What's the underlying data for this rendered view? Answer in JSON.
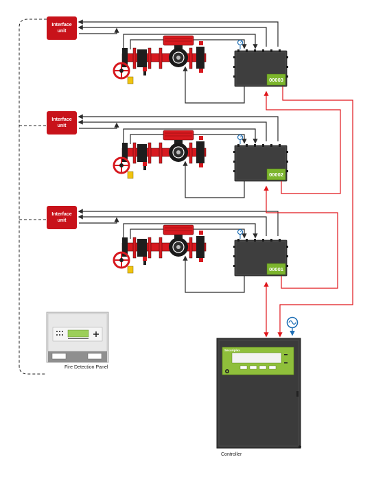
{
  "zones": [
    {
      "interface_label": [
        "Interface",
        "unit"
      ],
      "module_id": "00003"
    },
    {
      "interface_label": [
        "Interface",
        "unit"
      ],
      "module_id": "00002"
    },
    {
      "interface_label": [
        "Interface",
        "unit"
      ],
      "module_id": "00001"
    }
  ],
  "fire_panel": {
    "caption": "Fire Detection Panel"
  },
  "controller": {
    "caption": "Controller"
  },
  "colors": {
    "signal_line": "#2b2b2b",
    "data_line": "#e0161b",
    "valve_red": "#d7191f",
    "interface_red": "#c8121a",
    "module_body": "#3e3e3e",
    "module_label": "#7cb52d",
    "power_blue": "#1f6fb5",
    "dashed_link": "#222222"
  },
  "icons": [
    "valve-assembly-icon",
    "pressure-gauge-icon",
    "power-supply-icon",
    "handwheel-icon"
  ]
}
